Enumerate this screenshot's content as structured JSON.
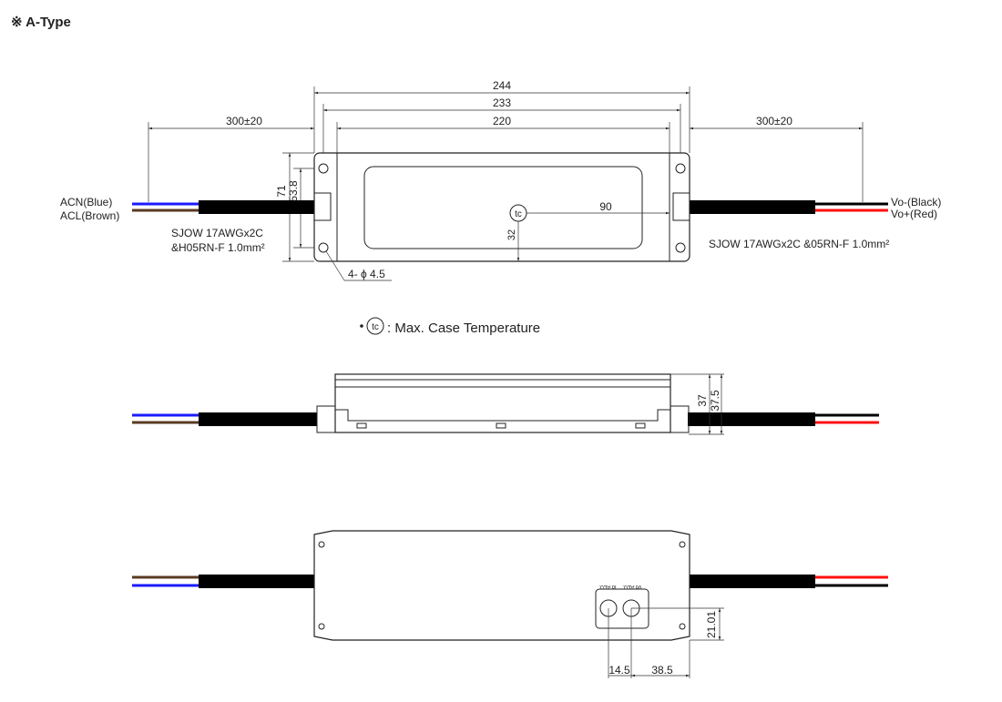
{
  "title": "※ A-Type",
  "top_view": {
    "dim_overall": "244",
    "dim_mount": "233",
    "dim_body": "220",
    "dim_cable_left": "300±20",
    "dim_cable_right": "300±20",
    "dim_height": "71",
    "dim_mount_height": "53.8",
    "dim_tc_x": "90",
    "dim_tc_y": "32",
    "tc_symbol": "tc",
    "hole_spec": "4- ϕ 4.5",
    "input_labels": [
      "ACN(Blue)",
      "ACL(Brown)"
    ],
    "output_labels": [
      "Vo-(Black)",
      "Vo+(Red)"
    ],
    "cable_left_spec": [
      "SJOW 17AWGx2C",
      "&H05RN-F 1.0mm²"
    ],
    "cable_right_spec": "SJOW 17AWGx2C &05RN-F 1.0mm²"
  },
  "legend": {
    "symbol": "tc",
    "text": ": Max. Case Temperature"
  },
  "side_view": {
    "dim_height": "37",
    "dim_height_total": "37.5"
  },
  "bottom_view": {
    "adj_labels": [
      "Io ADJ.",
      "Vo ADJ."
    ],
    "dim_io": "14.5",
    "dim_vo": "38.5",
    "dim_vertical": "21.01"
  },
  "colors": {
    "blue": "#1a1aff",
    "brown": "#5a3a22",
    "black": "#000000",
    "red": "#ff1010"
  }
}
